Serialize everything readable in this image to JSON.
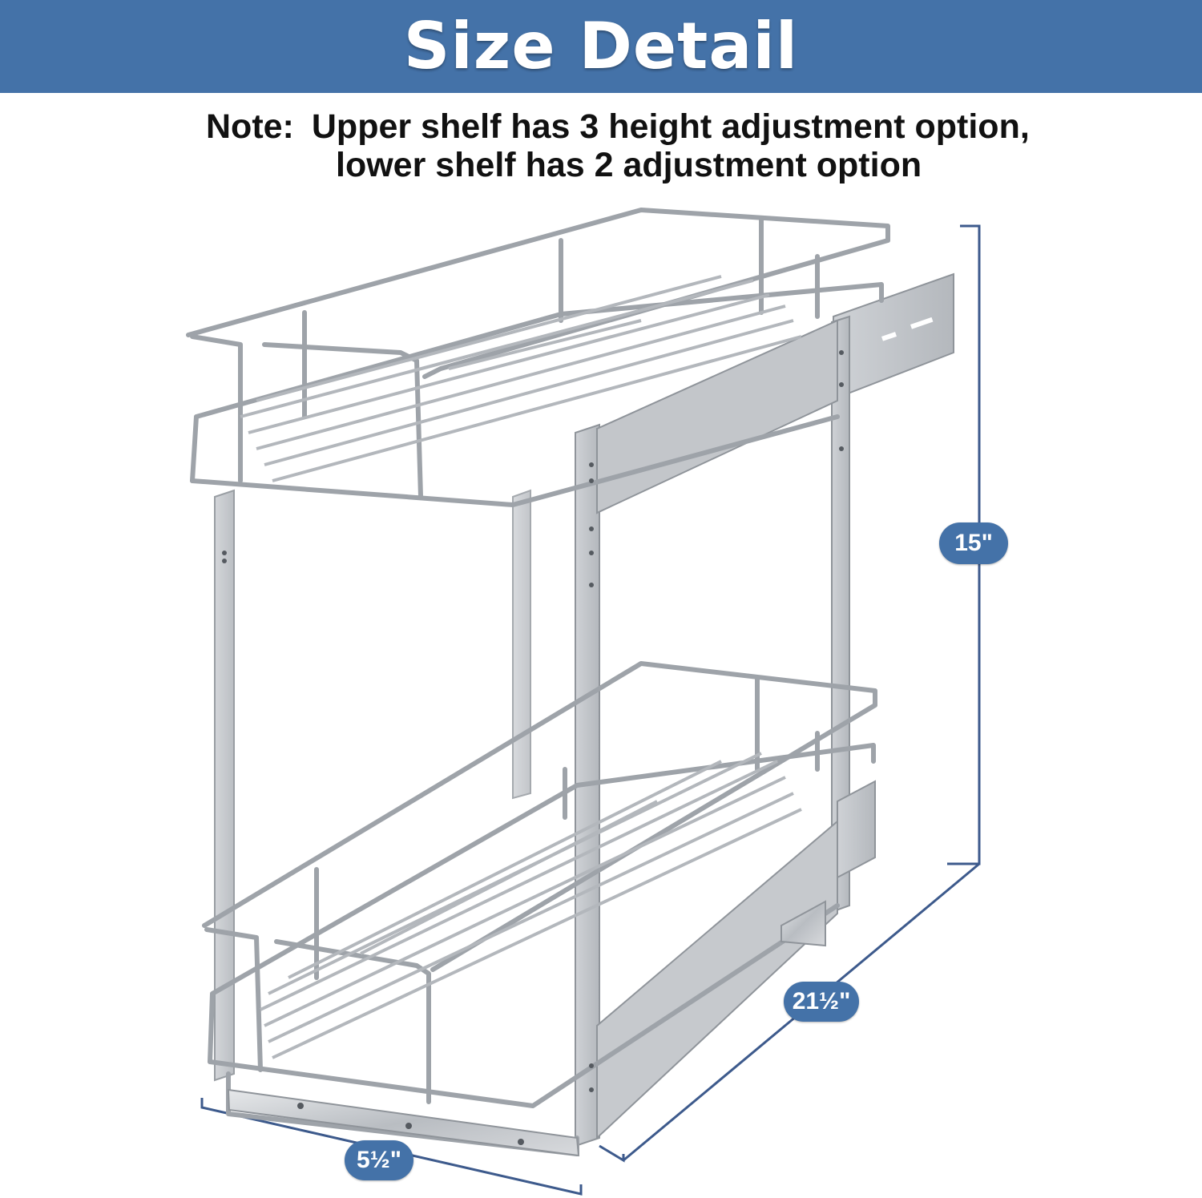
{
  "banner": {
    "title": "Size Detail",
    "background_color": "#4472a8",
    "text_color": "#ffffff"
  },
  "note": {
    "prefix": "Note:",
    "line1": "Upper shelf has 3 height adjustment option,",
    "line2": "lower shelf has 2 adjustment option"
  },
  "dimensions": {
    "height": "15\"",
    "depth": "21½\"",
    "width": "5½\"",
    "line_color": "#3d5a8c"
  },
  "product": {
    "material_color": "#c9ccd0",
    "wire_color": "#9ea3a9"
  }
}
